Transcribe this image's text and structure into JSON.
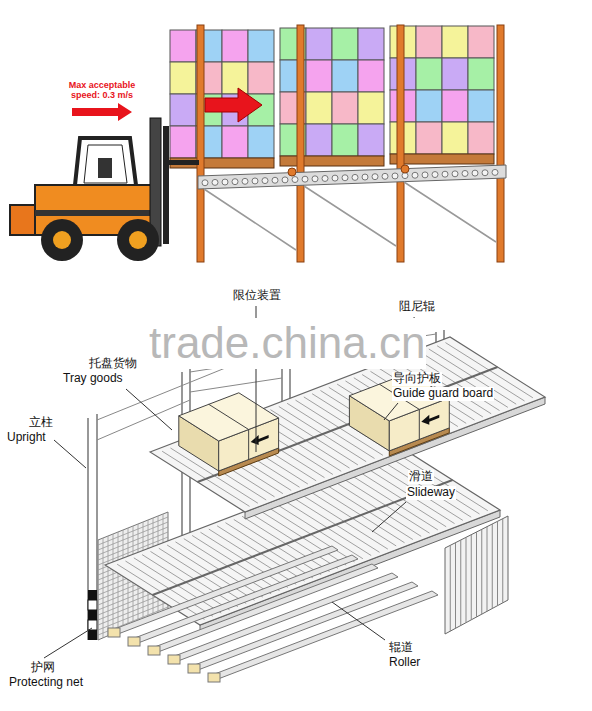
{
  "diagram": {
    "labels": [
      "Max acceptable speed: 0.3 m/s",
      "限位装置",
      "阻尼辊",
      "托盘货物",
      "Tray goods",
      "导向护板",
      "Guide guard board",
      "立柱",
      "Upright",
      "滑道",
      "Slideway",
      "护网",
      "Protecting net",
      "辊道",
      "Roller",
      "trade.china.cn"
    ]
  }
}
